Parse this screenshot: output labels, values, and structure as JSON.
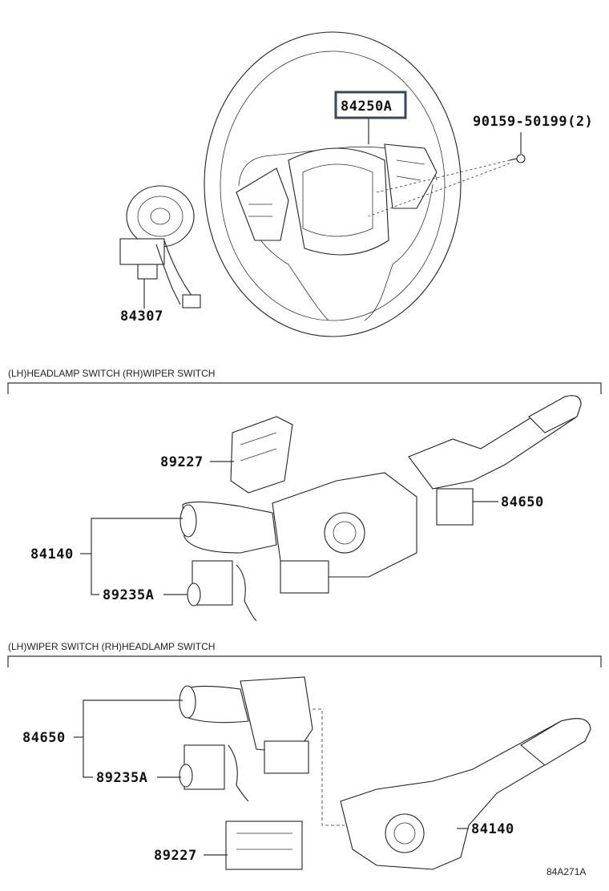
{
  "labels": {
    "airbag": "84250A",
    "screw": "90159-50199(2)",
    "spiral_cable": "84307",
    "lh_clip": "89227",
    "rh_wiper_switch": "84650",
    "lh_headlamp_switch": "84140",
    "lh_connector": "89235A",
    "lower_headlamp_switch": "84140",
    "lower_wiper_switch": "84650",
    "lower_connector": "89235A",
    "lower_clip": "89227"
  },
  "sections": {
    "upper": "(LH)HEADLAMP SWITCH (RH)WIPER SWITCH",
    "lower": "(LH)WIPER SWITCH (RH)HEADLAMP SWITCH"
  },
  "diagram_code": "84A271A",
  "colors": {
    "highlight_border": "#3a4a55",
    "line": "#222222"
  }
}
